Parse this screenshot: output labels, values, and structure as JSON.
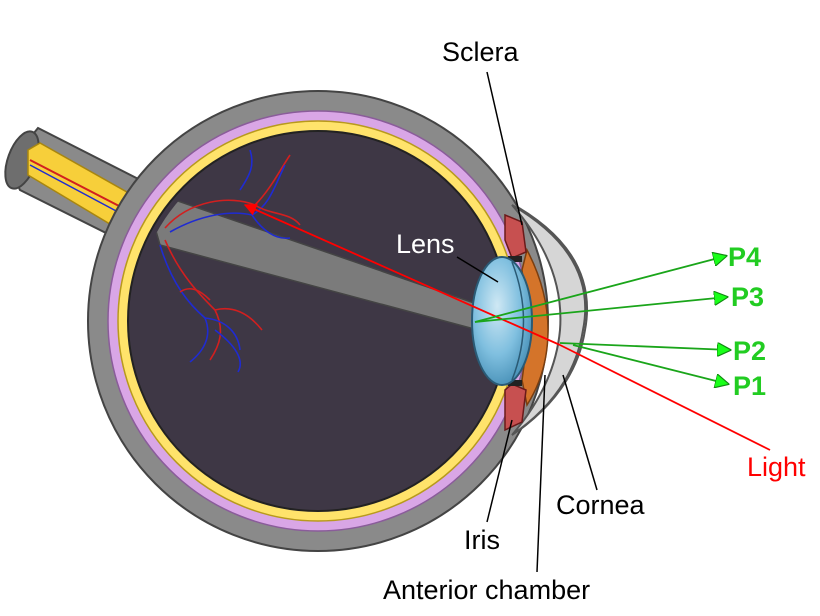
{
  "labels": {
    "sclera": "Sclera",
    "lens": "Lens",
    "cornea": "Cornea",
    "iris": "Iris",
    "anterior_chamber": "Anterior chamber",
    "light": "Light"
  },
  "reflections": [
    "P4",
    "P3",
    "P2",
    "P1"
  ],
  "colors": {
    "background": "#ffffff",
    "sclera": "#8a8a8a",
    "choroid": "#d9a6e6",
    "retina": "#ffe36b",
    "vitreous": "#3e3745",
    "optic_nerve": "#f7cf3a",
    "lens": "#6fb4d6",
    "iris": "#c75050",
    "cornea": "#d6d6d6",
    "anterior_chamber": "#d4742a",
    "light_ray": "#ff0000",
    "reflection_ray": "#1aa51a",
    "reflection_label": "#22cc22",
    "artery": "#d21f1f",
    "vein": "#1f2bd2",
    "leader_line": "#000000"
  }
}
